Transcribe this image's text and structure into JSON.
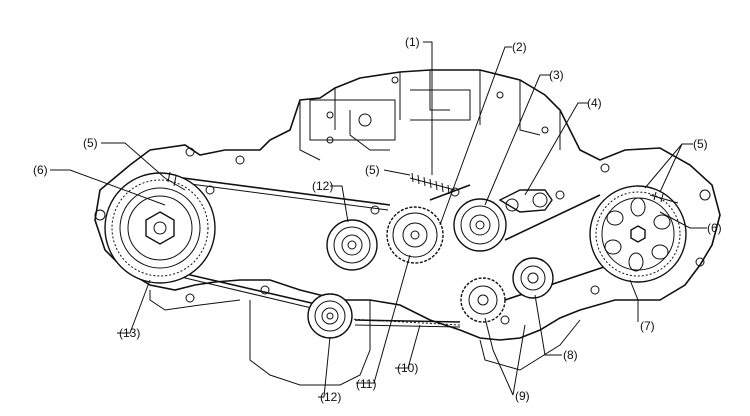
{
  "diagram": {
    "labels": {
      "p1": "(1)",
      "p2": "(2)",
      "p3": "(3)",
      "p4": "(4)",
      "p5_top_left": "(5)",
      "p5_center": "(5)",
      "p5_top_right": "(5)",
      "p6_left": "(6)",
      "p6_right": "(6)",
      "p7": "(7)",
      "p8": "(8)",
      "p9": "(9)",
      "p10": "(10)",
      "p11": "(11)",
      "p12_upper": "(12)",
      "p12_lower": "(12)",
      "p13": "(13)"
    }
  }
}
